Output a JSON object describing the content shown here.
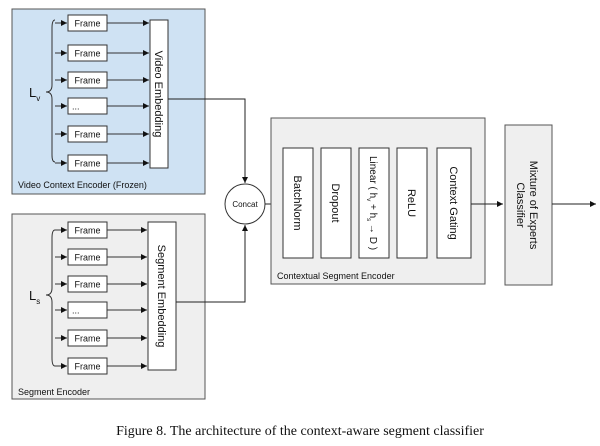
{
  "video_encoder": {
    "label": "Video Context Encoder (Frozen)",
    "length_var": "L",
    "length_sub": "v",
    "frames": [
      "Frame",
      "Frame",
      "Frame",
      "...",
      "Frame",
      "Frame"
    ],
    "embedding": "Video Embedding",
    "fill": "#cfe2f3"
  },
  "segment_encoder": {
    "label": "Segment Encoder",
    "length_var": "L",
    "length_sub": "s",
    "frames": [
      "Frame",
      "Frame",
      "Frame",
      "...",
      "Frame",
      "Frame"
    ],
    "embedding": "Segment Embedding",
    "fill": "#efefef"
  },
  "concat": "Concat",
  "contextual_encoder": {
    "label": "Contextual Segment Encoder",
    "layers": [
      "BatchNorm",
      "Dropout",
      "ReLU",
      "Context Gating"
    ],
    "linear": {
      "prefix": "Linear ( h",
      "sub1": "v",
      "mid": " + h",
      "sub2": "s",
      "suffix": " → D )"
    },
    "fill": "#efefef"
  },
  "classifier": [
    "Mixture of Experts",
    "Classifier"
  ],
  "caption": "Figure 8. The architecture of the context-aware segment classifier"
}
